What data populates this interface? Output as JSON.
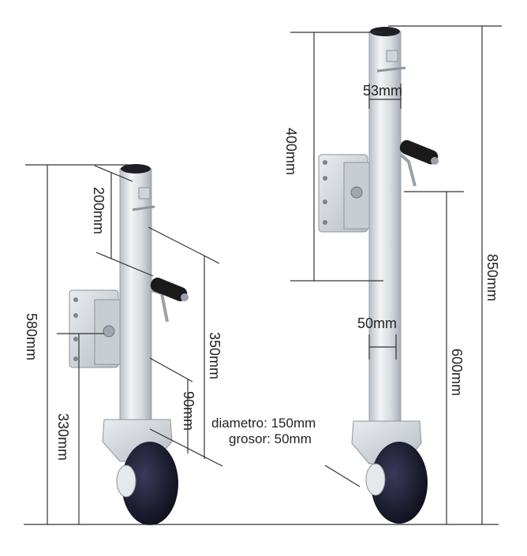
{
  "colors": {
    "line": "#333333",
    "metal": "#d9dde2",
    "metal_dark": "#9aa1a8",
    "wheel": "#141426",
    "handle": "#1a1a1a"
  },
  "dimensions": {
    "left_total_height": "580mm",
    "left_wheel_to_bracket": "330mm",
    "left_inner_tube": "200mm",
    "left_stroke": "350mm",
    "left_small": "90mm",
    "right_tube_length": "400mm",
    "right_tube_width_top": "53mm",
    "right_tube_width_bottom": "50mm",
    "right_lower_height": "600mm",
    "right_total_height": "850mm"
  },
  "wheel_spec": {
    "diameter": "diametro: 150mm",
    "thickness": "grosor: 50mm"
  }
}
